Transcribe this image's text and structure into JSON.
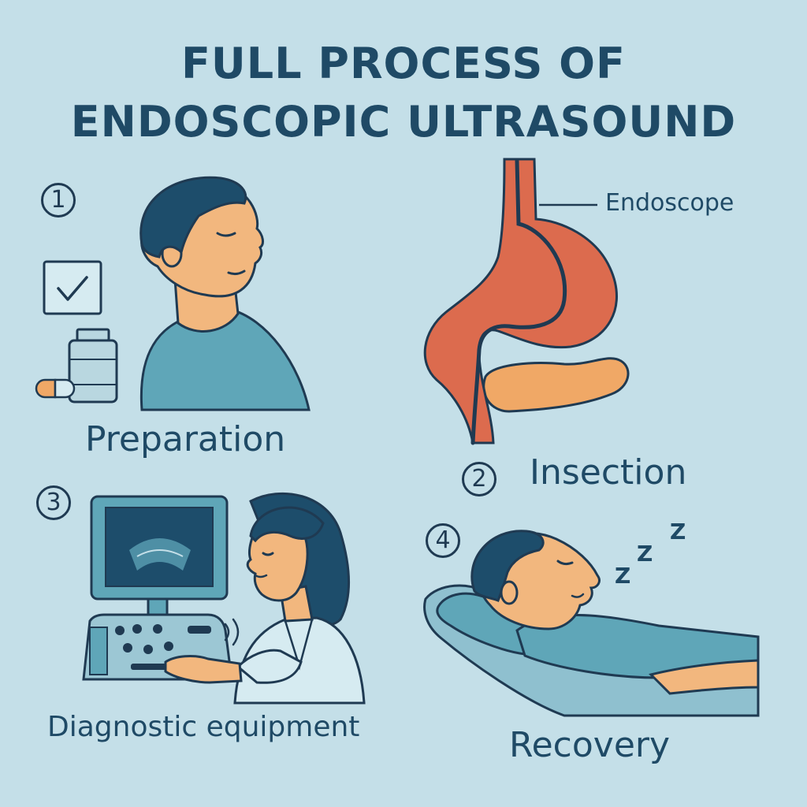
{
  "title": {
    "line1": "FULL PROCESS OF",
    "line2": "ENDOSCOPIC ULTRASOUND"
  },
  "steps": [
    {
      "number": "1",
      "label": "Preparation"
    },
    {
      "number": "2",
      "label": "Insection"
    },
    {
      "number": "3",
      "label": "Diagnostic equipment"
    },
    {
      "number": "4",
      "label": "Recovery"
    }
  ],
  "callouts": {
    "endoscope": "Endoscope"
  },
  "sleep_letters": [
    "Z",
    "Z",
    "Z"
  ],
  "colors": {
    "background": "#c4dfe8",
    "navy": "#1f4a66",
    "skin": "#f2b77e",
    "hair": "#1d4d6b",
    "shirt": "#5fa6b8",
    "stomach": "#dc6b4e",
    "pancreas": "#f0a866"
  }
}
